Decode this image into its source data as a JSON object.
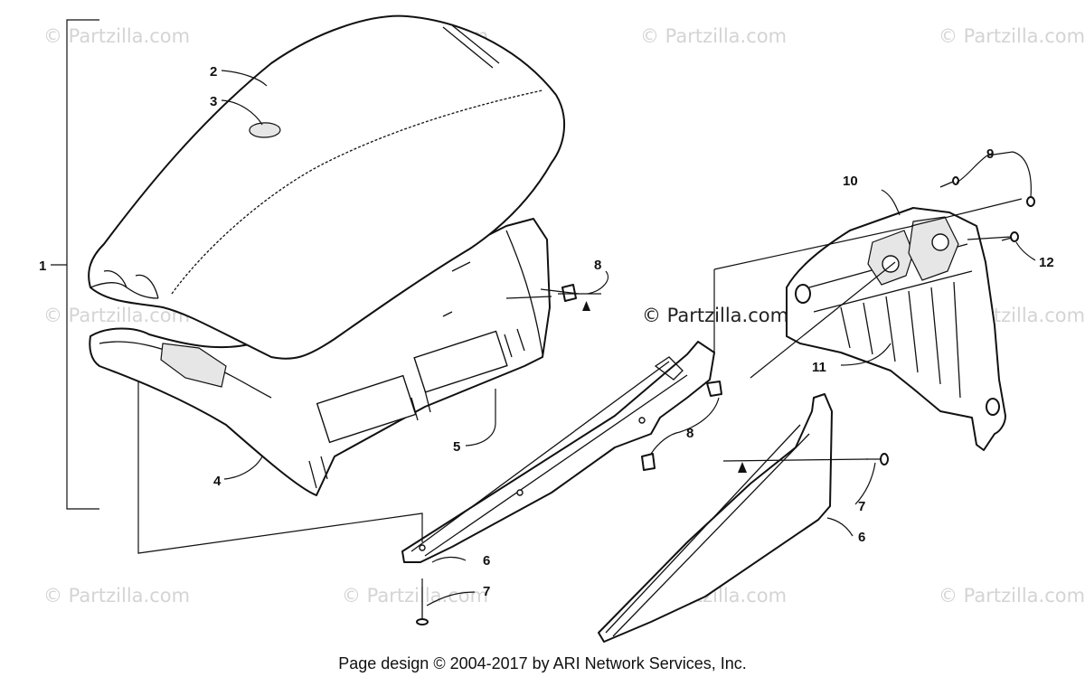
{
  "watermarks": {
    "text": "© Partzilla.com",
    "center_text": "© Partzilla.com"
  },
  "callouts": {
    "c1": "1",
    "c2": "2",
    "c3": "3",
    "c4": "4",
    "c5": "5",
    "c6a": "6",
    "c6b": "6",
    "c7a": "7",
    "c7b": "7",
    "c8a": "8",
    "c8b": "8",
    "c9": "9",
    "c10": "10",
    "c11": "11",
    "c12": "12"
  },
  "footer": {
    "copyright": "Page design © 2004-2017 by ARI Network Services, Inc."
  }
}
